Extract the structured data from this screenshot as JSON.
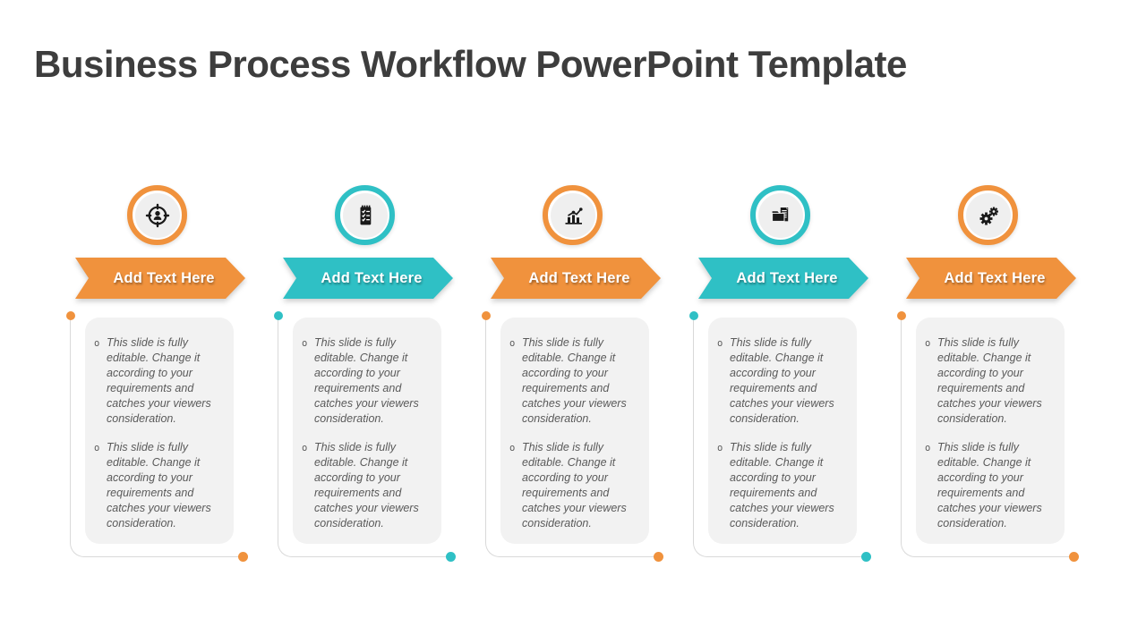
{
  "slide": {
    "title": "Business Process Workflow PowerPoint Template"
  },
  "theme": {
    "orange": "#F0923D",
    "teal": "#2FC0C5",
    "title_color": "#3D3D3D",
    "card_bg": "#F2F2F2",
    "body_text": "#5A5A5A",
    "connector_gray": "#D9D9D9",
    "icon_black": "#1A1A1A"
  },
  "config": {
    "bullet_char": "o"
  },
  "columns": [
    {
      "accent": "orange",
      "icon": "target-audience-icon",
      "banner_label": "Add Text Here",
      "bullets": [
        "This slide is fully editable. Change it according to your requirements and catches your viewers consideration.",
        "This slide is fully editable. Change it according to your requirements and catches your viewers consideration."
      ]
    },
    {
      "accent": "teal",
      "icon": "checklist-clipboard-icon",
      "banner_label": "Add Text Here",
      "bullets": [
        "This slide is fully editable. Change it according to your requirements and catches your viewers consideration.",
        "This slide is fully editable. Change it according to your requirements and catches your viewers consideration."
      ]
    },
    {
      "accent": "orange",
      "icon": "bar-chart-growth-icon",
      "banner_label": "Add Text Here",
      "bullets": [
        "This slide is fully editable. Change it according to your requirements and catches your viewers consideration.",
        "This slide is fully editable. Change it according to your requirements and catches your viewers consideration."
      ]
    },
    {
      "accent": "teal",
      "icon": "folder-documents-icon",
      "banner_label": "Add Text Here",
      "bullets": [
        "This slide is fully editable. Change it according to your requirements and catches your viewers consideration.",
        "This slide is fully editable. Change it according to your requirements and catches your viewers consideration."
      ]
    },
    {
      "accent": "orange",
      "icon": "gears-icon",
      "banner_label": "Add Text Here",
      "bullets": [
        "This slide is fully editable. Change it according to your requirements and catches your viewers consideration.",
        "This slide is fully editable. Change it according to your requirements and catches your viewers consideration."
      ]
    }
  ]
}
